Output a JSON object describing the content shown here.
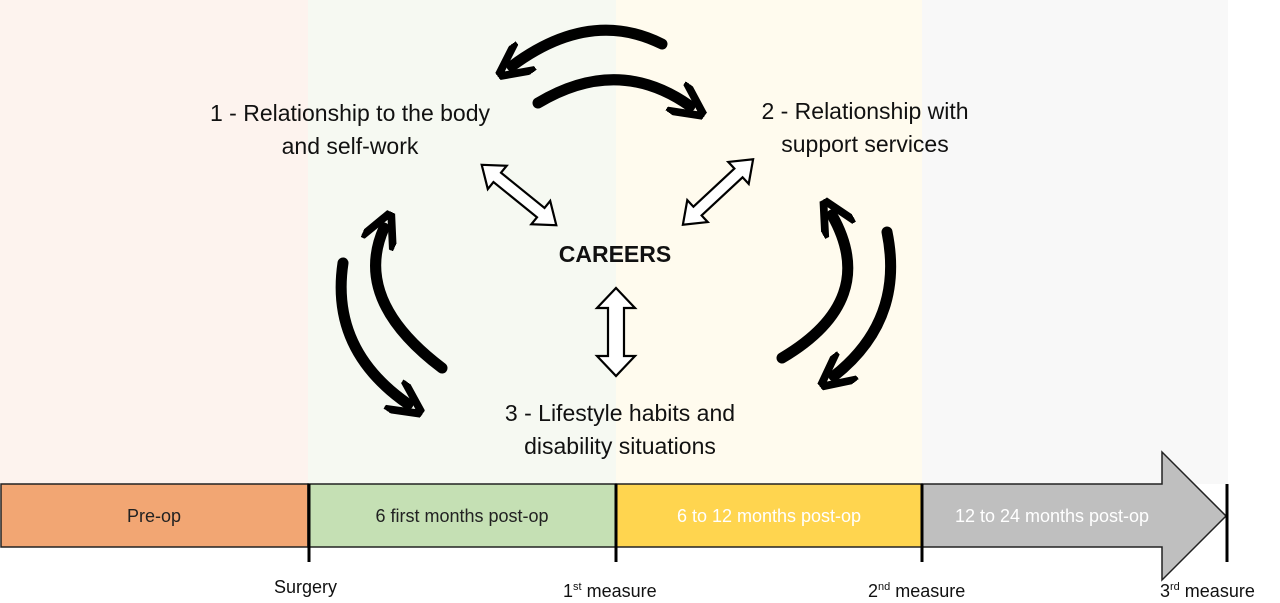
{
  "themes": {
    "theme1": "1 -  Relationship to the body and self-work",
    "theme2": "2 - Relationship with support services",
    "theme3": "3 - Lifestyle habits and disability situations",
    "center": "CAREERS"
  },
  "timeline": {
    "segments": [
      {
        "label": "Pre-op",
        "color": "#f2a673"
      },
      {
        "label": "6 first months post-op",
        "color": "#c5e0b4"
      },
      {
        "label": "6 to 12 months post-op",
        "color": "#ffd54f"
      },
      {
        "label": "12 to 24 months post-op",
        "color": "#bfbfbf"
      }
    ],
    "ticks": [
      {
        "text": "Surgery",
        "sup": "",
        "rest": ""
      },
      {
        "text": "1",
        "sup": "st",
        "rest": " measure"
      },
      {
        "text": "2",
        "sup": "nd",
        "rest": " measure"
      },
      {
        "text": "3",
        "sup": "rd",
        "rest": " measure"
      }
    ]
  },
  "colors": {
    "arrow": "#000000",
    "outline": "#000000"
  }
}
